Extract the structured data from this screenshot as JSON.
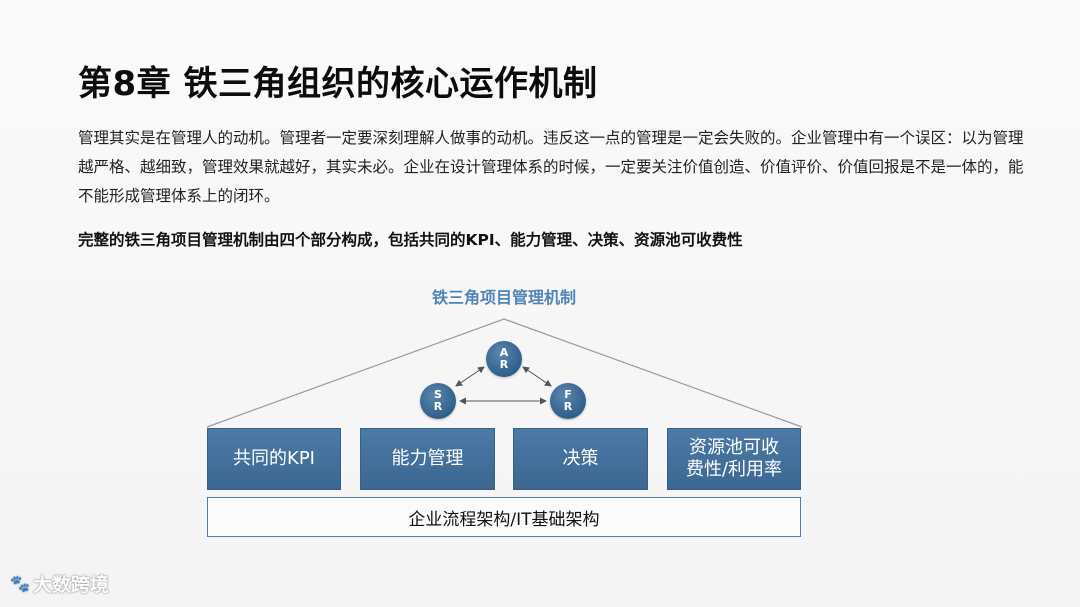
{
  "slide": {
    "title": "第8章 铁三角组织的核心运作机制",
    "paragraph": "管理其实是在管理人的动机。管理者一定要深刻理解人做事的动机。违反这一点的管理是一定会失败的。企业管理中有一个误区：以为管理越严格、越细致，管理效果就越好，其实未必。企业在设计管理体系的时候，一定要关注价值创造、价值评价、价值回报是不是一体的，能不能形成管理体系上的闭环。",
    "summary": "完整的铁三角项目管理机制由四个部分构成，包括共同的KPI、能力管理、决策、资源池可收费性"
  },
  "diagram": {
    "title": "铁三角项目管理机制",
    "nodes": {
      "ar": {
        "top": "A",
        "bottom": "R"
      },
      "sr": {
        "top": "S",
        "bottom": "R"
      },
      "fr": {
        "top": "F",
        "bottom": "R"
      }
    },
    "pillars": {
      "kpi": "共同的KPI",
      "capability": "能力管理",
      "decision": "决策",
      "resource_line1": "资源池可收",
      "resource_line2": "费性/利用率"
    },
    "base": "企业流程架构/IT基础架构",
    "colors": {
      "accent": "#4f86b8",
      "pillar": "#446f9b",
      "node": "#2f5f8c"
    }
  },
  "watermark": {
    "logo": "🐾",
    "text": "大数跨境"
  }
}
